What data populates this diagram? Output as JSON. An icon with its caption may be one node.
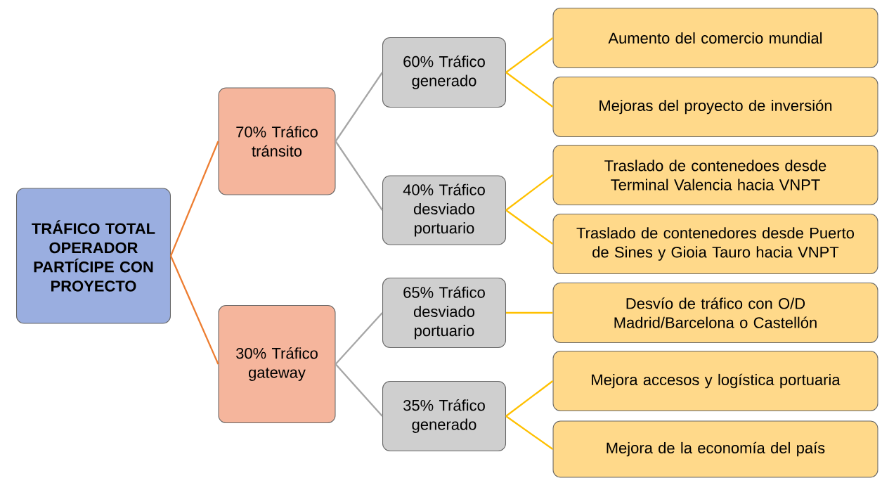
{
  "diagram": {
    "nodes": [
      {
        "text": [
          "TRÁFICO TOTAL OPERADOR PARTÍCIPE CON PROYECTO"
        ]
      },
      {
        "text": [
          "70% Tráfico tránsito"
        ]
      },
      {
        "text": [
          "30% Tráfico gateway"
        ]
      },
      {
        "text": [
          "60% Tráfico generado"
        ]
      },
      {
        "text": [
          "40% Tráfico desviado portuario"
        ]
      },
      {
        "text": [
          "65% Tráfico desviado portuario"
        ]
      },
      {
        "text": [
          "35% Tráfico generado"
        ]
      },
      {
        "text": [
          "Aumento del comercio mundial"
        ]
      },
      {
        "text": [
          "Mejoras del proyecto de inversión"
        ]
      },
      {
        "text": [
          "Traslado de contenedoes desde Terminal Valencia hacia VNPT"
        ]
      },
      {
        "text": [
          "Traslado de contenedores desde Puerto de Sines y Gioia Tauro hacia VNPT"
        ]
      },
      {
        "text": [
          "Desvío de tráfico con O/D Madrid/Barcelona o Castellón"
        ]
      },
      {
        "text": [
          "Mejora accesos y logística portuaria"
        ]
      },
      {
        "text": [
          "Mejora de la economía del país"
        ]
      }
    ],
    "edges": [
      {
        "from": 0,
        "to": 1,
        "arrow": "none",
        "color": "#ed7d31"
      },
      {
        "from": 0,
        "to": 2,
        "arrow": "none",
        "color": "#ed7d31"
      },
      {
        "from": 1,
        "to": 3,
        "arrow": "none",
        "color": "#a6a6a6"
      },
      {
        "from": 1,
        "to": 4,
        "arrow": "none",
        "color": "#a6a6a6"
      },
      {
        "from": 2,
        "to": 5,
        "arrow": "none",
        "color": "#a6a6a6"
      },
      {
        "from": 2,
        "to": 6,
        "arrow": "none",
        "color": "#a6a6a6"
      },
      {
        "from": 3,
        "to": 7,
        "arrow": "none",
        "color": "#ffc000"
      },
      {
        "from": 3,
        "to": 8,
        "arrow": "none",
        "color": "#ffc000"
      },
      {
        "from": 4,
        "to": 9,
        "arrow": "none",
        "color": "#ffc000"
      },
      {
        "from": 4,
        "to": 10,
        "arrow": "none",
        "color": "#ffc000"
      },
      {
        "from": 5,
        "to": 11,
        "arrow": "none",
        "color": "#ffc000"
      },
      {
        "from": 6,
        "to": 12,
        "arrow": "none",
        "color": "#ffc000"
      },
      {
        "from": 6,
        "to": 13,
        "arrow": "none",
        "color": "#ffc000"
      }
    ]
  }
}
